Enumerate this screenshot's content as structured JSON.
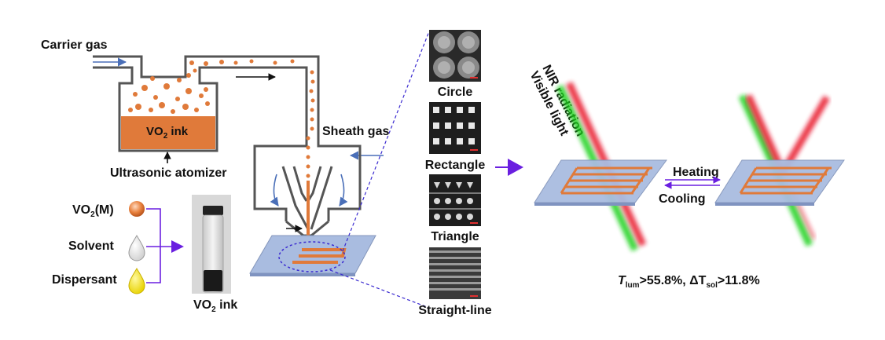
{
  "colors": {
    "particle": "#E07A3A",
    "ink_fill": "#E07A3A",
    "substrate": "#A9BCE0",
    "arrow_blue": "#4A6FB8",
    "arrow_purple": "#6A1FE0",
    "nir": "#E8122A",
    "visible": "#18D018"
  },
  "labels": {
    "carrier_gas": "Carrier gas",
    "vo2_ink_tank": "VO",
    "vo2_ink_tank_sub": "2",
    "vo2_ink_tank_suffix": " ink",
    "ultrasonic_atomizer": "Ultrasonic atomizer",
    "sheath_gas": "Sheath gas",
    "vo2m_prefix": "VO",
    "vo2m_sub": "2",
    "vo2m_suffix": "(M)",
    "solvent": "Solvent",
    "dispersant": "Dispersant",
    "vo2_ink_vial": "VO",
    "vo2_ink_vial_sub": "2",
    "vo2_ink_vial_suffix": " ink",
    "nir_radiation": "NIR radiation",
    "visible_light": "Visible light",
    "heating": "Heating",
    "cooling": "Cooling"
  },
  "patterns": [
    {
      "name": "Circle"
    },
    {
      "name": "Rectangle"
    },
    {
      "name": "Triangle"
    },
    {
      "name": "Straight-line"
    }
  ],
  "metrics": {
    "t_symbol": "T",
    "t_lum_sub": "lum",
    "t_lum_value": ">55.8%, ",
    "delta": "ΔT",
    "t_sol_sub": "sol",
    "t_sol_value": ">11.8%"
  },
  "icons": [
    "arrow-right-icon",
    "droplet-icon",
    "sphere-icon",
    "vial-icon"
  ]
}
